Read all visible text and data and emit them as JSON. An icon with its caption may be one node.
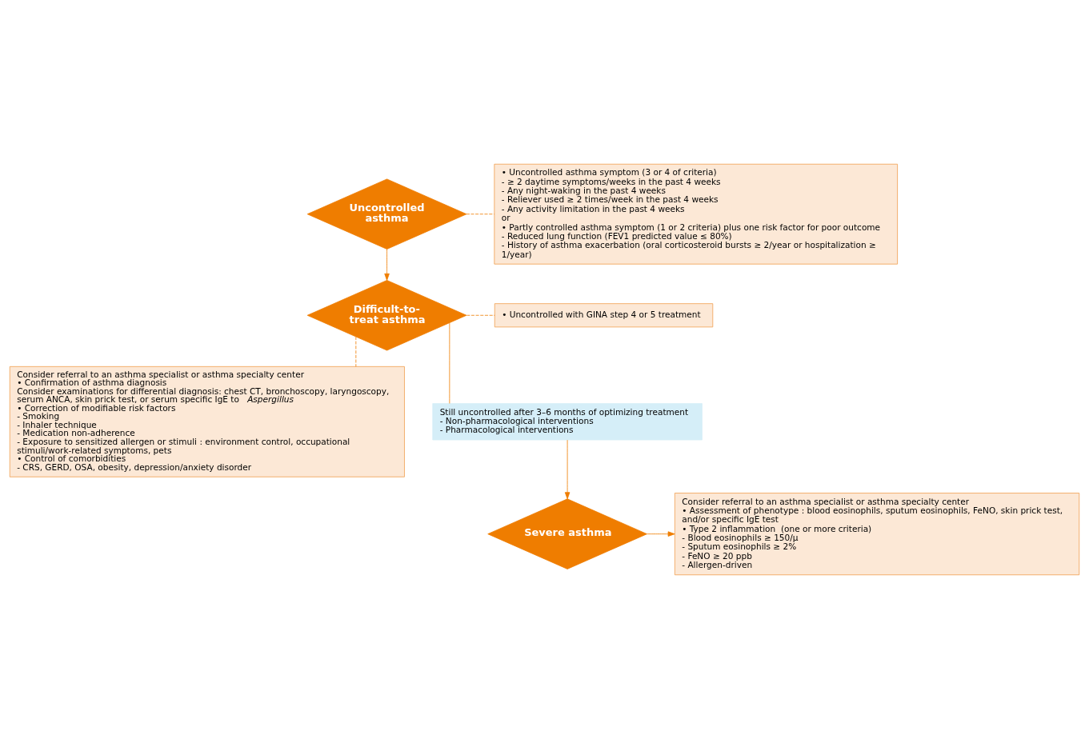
{
  "diagram": {
    "nodes": [
      {
        "text": [
          "Uncontrolled asthma"
        ]
      },
      {
        "text": [
          "• Uncontrolled asthma symptom (3 or 4 of criteria)",
          "- ≥ 2 daytime symptoms/weeks in the past 4 weeks",
          "- Any night-waking in the past 4 weeks",
          "- Reliever used ≥ 2 times/week in the past 4 weeks",
          "- Any activity limitation in the past 4 weeks",
          "or",
          "• Partly controlled asthma symptom (1 or 2 criteria) plus one risk factor for poor outcome",
          "- Reduced lung function (FEV1 predicted value ≤ 80%)",
          "- History of asthma exacerbation (oral corticosteroid bursts ≥ 2/year or hospitalization ≥ 1/year)"
        ]
      },
      {
        "text": [
          "Difficult-to-treat asthma"
        ]
      },
      {
        "text": [
          "• Uncontrolled with GINA step 4 or 5 treatment"
        ]
      },
      {
        "text": [
          "Consider referral to an asthma specialist or asthma specialty center",
          "• Confirmation of asthma diagnosis",
          "Consider examinations for differential diagnosis: chest CT, bronchoscopy, laryngoscopy, serum ANCA, skin prick test, or serum specific IgE to *Aspergillus*",
          "• Correction of modifiable risk factors",
          "- Smoking",
          "- Inhaler technique",
          "- Medication non-adherence",
          "- Exposure to sensitized allergen or stimuli : environment control, occupational stimuli/work-related symptoms, pets",
          "• Control of comorbidities",
          "- CRS, GERD, OSA, obesity, depression/anxiety disorder"
        ]
      },
      {
        "text": [
          "Still uncontrolled after 3–6 months of optimizing treatment",
          "- Non-pharmacological interventions",
          "- Pharmacological interventions"
        ]
      },
      {
        "text": [
          "Severe asthma"
        ]
      },
      {
        "text": [
          "Consider referral to an asthma specialist or asthma specialty center",
          "• Assessment of phenotype : blood eosinophils, sputum eosinophils, FeNO, skin prick test, and/or specific IgE test",
          "• Type 2 inflammation  (one or more criteria)",
          "- Blood eosinophils ≥ 150/μ",
          "- Sputum eosinophils ≥ 2%",
          "- FeNO ≥ 20 ppb",
          "- Allergen-driven"
        ]
      }
    ],
    "edges": [
      {
        "from": 0,
        "to": 1,
        "arrow": "none",
        "style": "dashed"
      },
      {
        "from": 0,
        "to": 2,
        "arrow": "to"
      },
      {
        "from": 2,
        "to": 3,
        "arrow": "none",
        "style": "dashed"
      },
      {
        "from": 2,
        "to": 5,
        "arrow": "none"
      },
      {
        "from": 2,
        "to": 4,
        "arrow": "none",
        "style": "dashed"
      },
      {
        "from": 5,
        "to": 6,
        "arrow": "to"
      },
      {
        "from": 6,
        "to": 7,
        "arrow": "to"
      }
    ]
  }
}
